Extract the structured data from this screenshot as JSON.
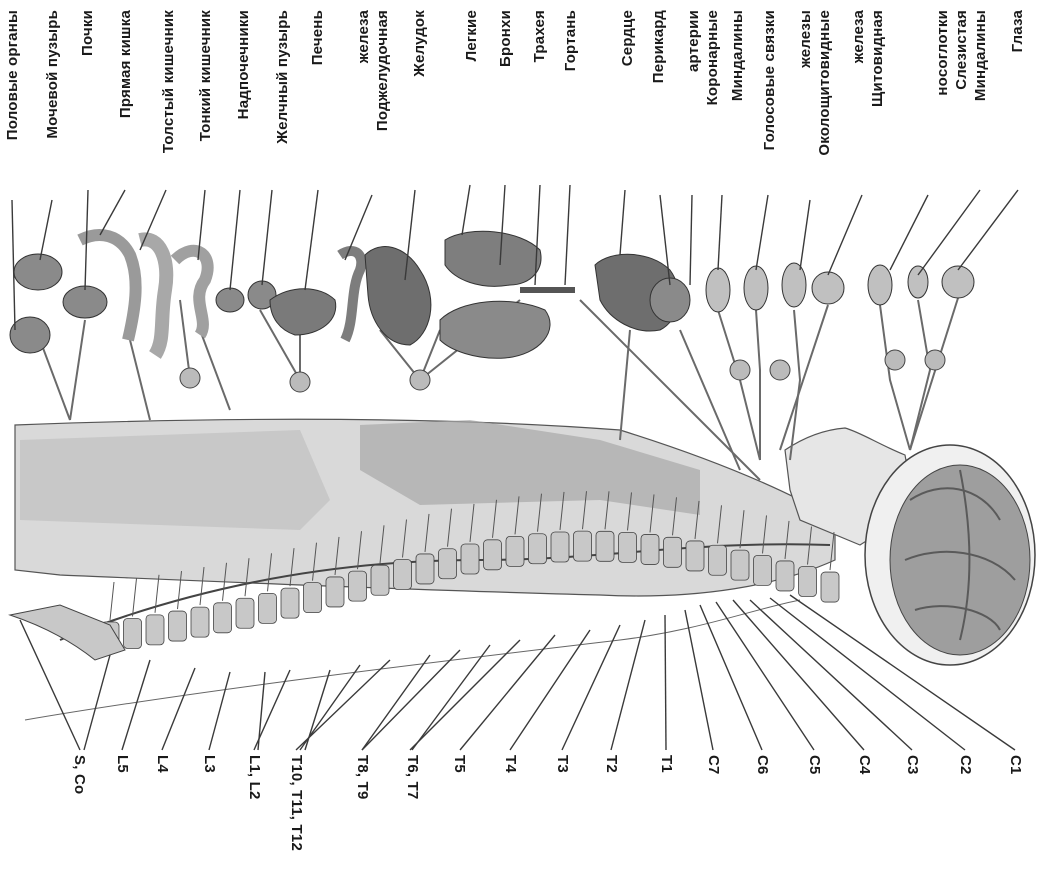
{
  "diagram": {
    "organ_labels": [
      {
        "id": "eyes",
        "text": "Глаза"
      },
      {
        "id": "tonsils_top",
        "text": "Миндалины"
      },
      {
        "id": "lacrimal_1",
        "text": "Слезистая"
      },
      {
        "id": "lacrimal_2",
        "text": "носоглотки"
      },
      {
        "id": "thyroid_1",
        "text": "Щитовидная"
      },
      {
        "id": "thyroid_2",
        "text": "железа"
      },
      {
        "id": "parathyroid_1",
        "text": "Околощитовидные"
      },
      {
        "id": "parathyroid_2",
        "text": "железы"
      },
      {
        "id": "vocal",
        "text": "Голосовые связки"
      },
      {
        "id": "tonsils_2",
        "text": "Миндалины"
      },
      {
        "id": "coronary_1",
        "text": "Коронарные"
      },
      {
        "id": "coronary_2",
        "text": "артерии"
      },
      {
        "id": "pericardium",
        "text": "Перикард"
      },
      {
        "id": "heart",
        "text": "Сердце"
      },
      {
        "id": "larynx",
        "text": "Гортань"
      },
      {
        "id": "trachea",
        "text": "Трахея"
      },
      {
        "id": "bronchi",
        "text": "Бронхи"
      },
      {
        "id": "lungs",
        "text": "Легкие"
      },
      {
        "id": "stomach",
        "text": "Желудок"
      },
      {
        "id": "pancreas_1",
        "text": "Поджелудочная"
      },
      {
        "id": "pancreas_2",
        "text": "железа"
      },
      {
        "id": "liver",
        "text": "Печень"
      },
      {
        "id": "gallbladder",
        "text": "Желчный пузырь"
      },
      {
        "id": "adrenals",
        "text": "Надпочечники"
      },
      {
        "id": "small_intestine",
        "text": "Тонкий кишечник"
      },
      {
        "id": "large_intestine",
        "text": "Толстый кишечник"
      },
      {
        "id": "rectum",
        "text": "Прямая кишка"
      },
      {
        "id": "kidneys",
        "text": "Почки"
      },
      {
        "id": "bladder",
        "text": "Мочевой пузырь"
      },
      {
        "id": "genitals",
        "text": "Половые органы"
      }
    ],
    "vertebra_labels": [
      {
        "id": "c1",
        "text": "C1"
      },
      {
        "id": "c2",
        "text": "C2"
      },
      {
        "id": "c3",
        "text": "C3"
      },
      {
        "id": "c4",
        "text": "C4"
      },
      {
        "id": "c5",
        "text": "C5"
      },
      {
        "id": "c6",
        "text": "C6"
      },
      {
        "id": "c7",
        "text": "C7"
      },
      {
        "id": "t1",
        "text": "T1"
      },
      {
        "id": "t2",
        "text": "T2"
      },
      {
        "id": "t3",
        "text": "T3"
      },
      {
        "id": "t4",
        "text": "T4"
      },
      {
        "id": "t5",
        "text": "T5"
      },
      {
        "id": "t6_t7",
        "text": "T6, T7"
      },
      {
        "id": "t8_t9",
        "text": "T8, T9"
      },
      {
        "id": "t10_t12",
        "text": "T10, T11, T12"
      },
      {
        "id": "l1_l2",
        "text": "L1, L2"
      },
      {
        "id": "l3",
        "text": "L3"
      },
      {
        "id": "l4",
        "text": "L4"
      },
      {
        "id": "l5",
        "text": "L5"
      },
      {
        "id": "s_co",
        "text": "S, Co"
      }
    ]
  },
  "colors": {
    "line": "#3a3a3a",
    "organ_fill": "#8a8a8a",
    "organ_dark": "#6e6e6e",
    "bone": "#c8c8c8",
    "body_fill": "#d9d9d9",
    "body_dark": "#a8a8a8",
    "brain": "#9e9e9e"
  }
}
